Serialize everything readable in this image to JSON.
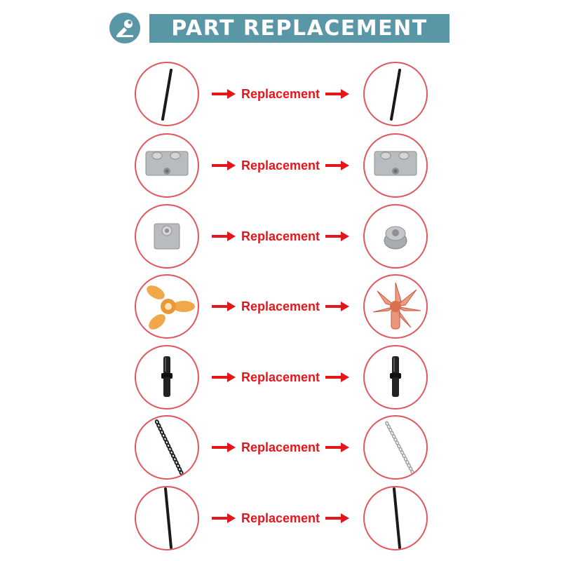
{
  "header": {
    "title": "PART REPLACEMENT",
    "logo_icon": "tools-icon",
    "accent_color": "#5a97a6"
  },
  "arrow_color": "#e4161c",
  "circle_border_color": "#e2555c",
  "rows": [
    {
      "label": "Replacement",
      "left_icon": "black-axle-icon",
      "right_icon": "black-axle-icon"
    },
    {
      "label": "Replacement",
      "left_icon": "gray-technic-brick-1x2-icon",
      "right_icon": "gray-technic-brick-1x2-icon"
    },
    {
      "label": "Replacement",
      "left_icon": "gray-square-brick-1x1-icon",
      "right_icon": "gray-round-brick-icon"
    },
    {
      "label": "Replacement",
      "left_icon": "orange-propeller-icon",
      "right_icon": "transparent-orange-rotor-icon"
    },
    {
      "label": "Replacement",
      "left_icon": "black-connector-pin-icon",
      "right_icon": "black-connector-pin-icon"
    },
    {
      "label": "Replacement",
      "left_icon": "black-chain-icon",
      "right_icon": "silver-chain-icon"
    },
    {
      "label": "Replacement",
      "left_icon": "black-long-axle-icon",
      "right_icon": "black-long-axle-icon"
    }
  ]
}
